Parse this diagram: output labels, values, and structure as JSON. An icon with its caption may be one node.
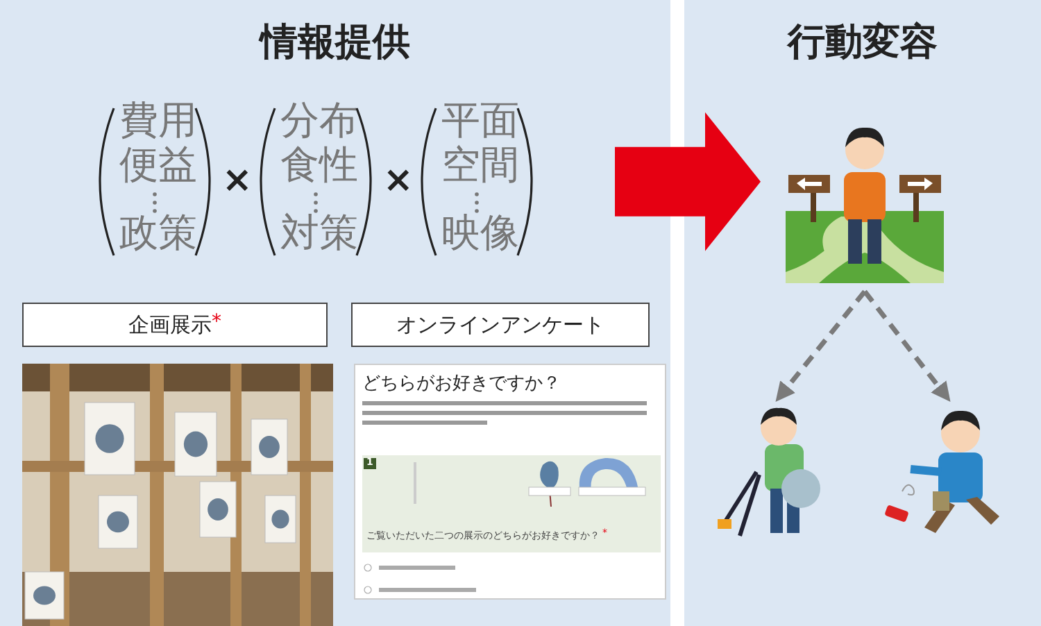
{
  "diagram": {
    "nodes": [
      {
        "text": [
          "情報提供"
        ]
      },
      {
        "text": [
          "企画展示",
          "*"
        ],
        "in": 0
      },
      {
        "text": [
          "オンラインアンケート"
        ],
        "in": 0
      },
      {
        "text": [],
        "shape": "picture",
        "in": 0
      },
      {
        "text": [
          "どちらがお好きですか？",
          "ご覧いただいた二つの展示のどちらがお好きですか？"
        ],
        "in": 0
      },
      {
        "text": [
          "行動変容"
        ]
      },
      {
        "text": [],
        "shape": "picture",
        "in": 5
      },
      {
        "text": [],
        "shape": "picture",
        "in": 5
      },
      {
        "text": [],
        "shape": "picture",
        "in": 5
      }
    ],
    "edges": [
      {
        "from": null,
        "to": 6,
        "arrow": "to",
        "style": "thick",
        "color": "#e60012"
      },
      {
        "from": 6,
        "to": 7,
        "arrow": "to",
        "style": "dashed"
      },
      {
        "from": 6,
        "to": 8,
        "arrow": "to",
        "style": "dashed"
      }
    ],
    "labels": [
      "費用",
      "便益",
      "政策",
      "×",
      "分布",
      "食性",
      "対策",
      "×",
      "平面",
      "空間",
      "映像",
      "1",
      "*"
    ]
  }
}
